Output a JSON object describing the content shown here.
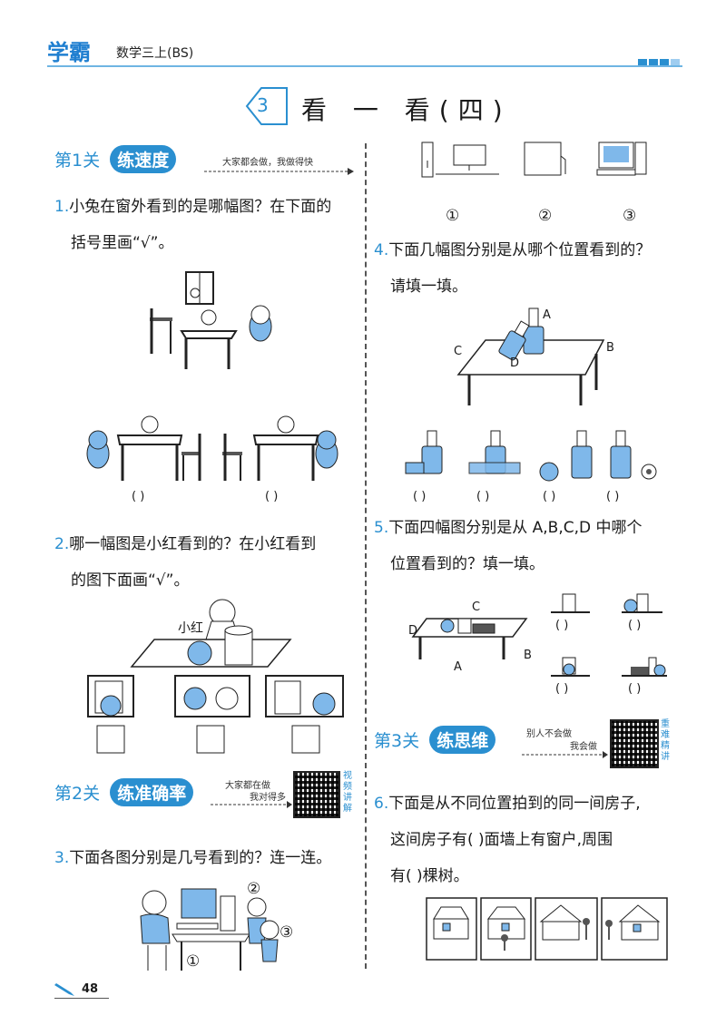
{
  "header": {
    "brand": "学霸",
    "book": "数学三上(BS)"
  },
  "chapter": {
    "number": "3",
    "title": "看 一 看(四)"
  },
  "section1": {
    "label": "第1关",
    "pill": "练速度",
    "slogan": "大家都会做，我做得快"
  },
  "q1": {
    "num": "1.",
    "line1": "小兔在窗外看到的是哪幅图？在下面的",
    "line2": "括号里画“√”。",
    "opt_a": "(    )",
    "opt_b": "(    )"
  },
  "q2": {
    "num": "2.",
    "line1": "哪一幅图是小红看到的？在小红看到",
    "line2": "的图下面画“√”。",
    "name": "小红"
  },
  "section2": {
    "label": "第2关",
    "pill": "练准确率",
    "slogan1": "大家都在做",
    "slogan2": "我对得多",
    "qr_label": "视频讲解"
  },
  "q3": {
    "num": "3.",
    "text": "下面各图分别是几号看到的？连一连。",
    "c1": "①",
    "c2": "②",
    "c3": "③"
  },
  "q3_right": {
    "c1": "①",
    "c2": "②",
    "c3": "③"
  },
  "q4": {
    "num": "4.",
    "line1": "下面几幅图分别是从哪个位置看到的？",
    "line2": "请填一填。",
    "A": "A",
    "B": "B",
    "C": "C",
    "D": "D",
    "blanks": [
      "(    )",
      "(    )",
      "(    )",
      "(    )"
    ]
  },
  "q5": {
    "num": "5.",
    "line1": "下面四幅图分别是从 A,B,C,D 中哪个",
    "line2": "位置看到的？填一填。",
    "A": "A",
    "B": "B",
    "C": "C",
    "D": "D",
    "blanks": [
      "(    )",
      "(    )",
      "(    )",
      "(    )"
    ]
  },
  "section3": {
    "label": "第3关",
    "pill": "练思维",
    "slogan1": "别人不会做",
    "slogan2": "我会做",
    "qr_label": "重难精讲"
  },
  "q6": {
    "num": "6.",
    "line1": "下面是从不同位置拍到的同一间房子,",
    "line2": "这间房子有(      )面墙上有窗户,周围",
    "line3": "有(      )棵树。"
  },
  "footer": {
    "page": "48"
  },
  "colors": {
    "accent": "#2a8fd0",
    "fill_blue": "#7fb8ea"
  }
}
